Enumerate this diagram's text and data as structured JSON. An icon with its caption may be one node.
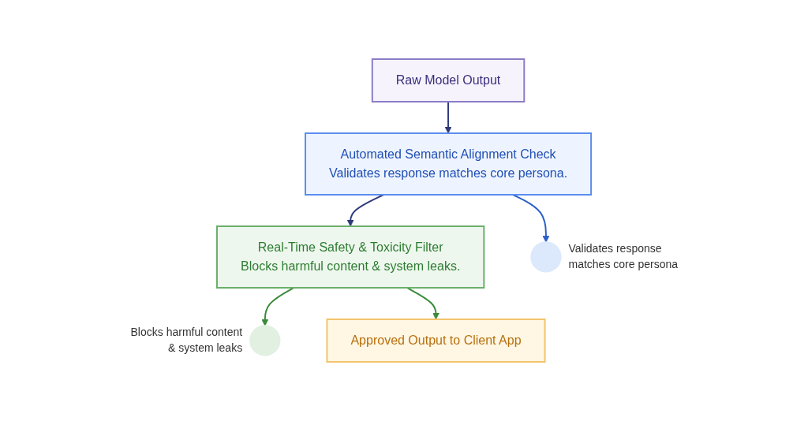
{
  "diagram": {
    "nodes": [
      {
        "text": [
          "Raw Model Output"
        ]
      },
      {
        "text": [
          "Automated Semantic Alignment Check",
          "Validates response matches core persona."
        ]
      },
      {
        "text": [],
        "shape": "circle",
        "beside": [
          "Validates response matches core persona"
        ]
      },
      {
        "text": [
          "Real-Time Safety & Toxicity Filter",
          "Blocks harmful content & system leaks."
        ]
      },
      {
        "text": [],
        "shape": "circle",
        "beside": [
          "Blocks harmful content & system leaks"
        ]
      },
      {
        "text": [
          "Approved Output to Client App"
        ]
      }
    ],
    "edges": [
      {
        "from": 0,
        "to": 1,
        "arrow": "to",
        "color": "#2e3a7a"
      },
      {
        "from": 1,
        "to": 2,
        "arrow": "to",
        "color": "#2b5fc7"
      },
      {
        "from": 1,
        "to": 3,
        "arrow": "to",
        "color": "#2e3a7a"
      },
      {
        "from": 3,
        "to": 4,
        "arrow": "to",
        "color": "#3a8a3a"
      },
      {
        "from": 3,
        "to": 5,
        "arrow": "to",
        "color": "#3a8a3a"
      }
    ]
  }
}
